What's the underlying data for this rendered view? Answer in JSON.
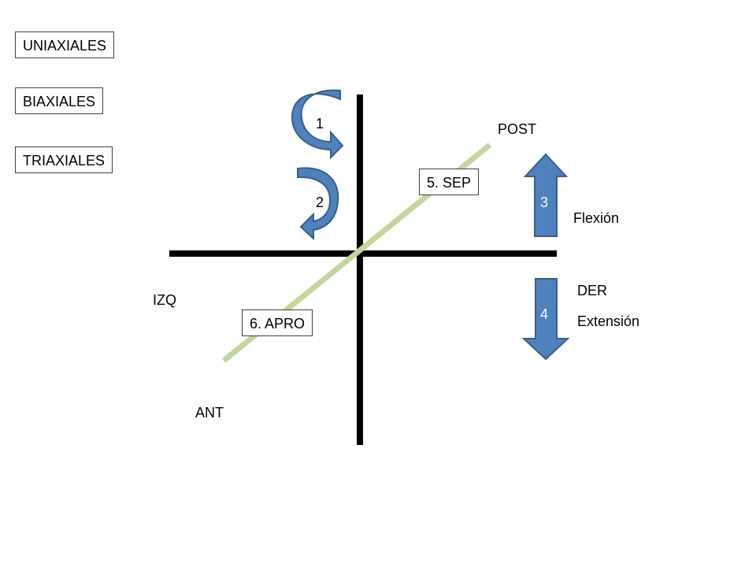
{
  "legend": {
    "uniaxiales": "UNIAXIALES",
    "biaxiales": "BIAXIALES",
    "triaxiales": "TRIAXIALES"
  },
  "directions": {
    "post": "POST",
    "ant": "ANT",
    "izq": "IZQ",
    "der": "DER"
  },
  "movements": {
    "curved_1": "1",
    "curved_2": "2",
    "up_arrow": "3",
    "down_arrow": "4",
    "flexion": "Flexión",
    "extension": "Extensión",
    "sep": "5. SEP",
    "apro": "6. APRO"
  },
  "colors": {
    "axis": "#000000",
    "diagonal": "#c3d69b",
    "arrow_fill": "#4f81bd",
    "arrow_stroke": "#385d8a"
  }
}
